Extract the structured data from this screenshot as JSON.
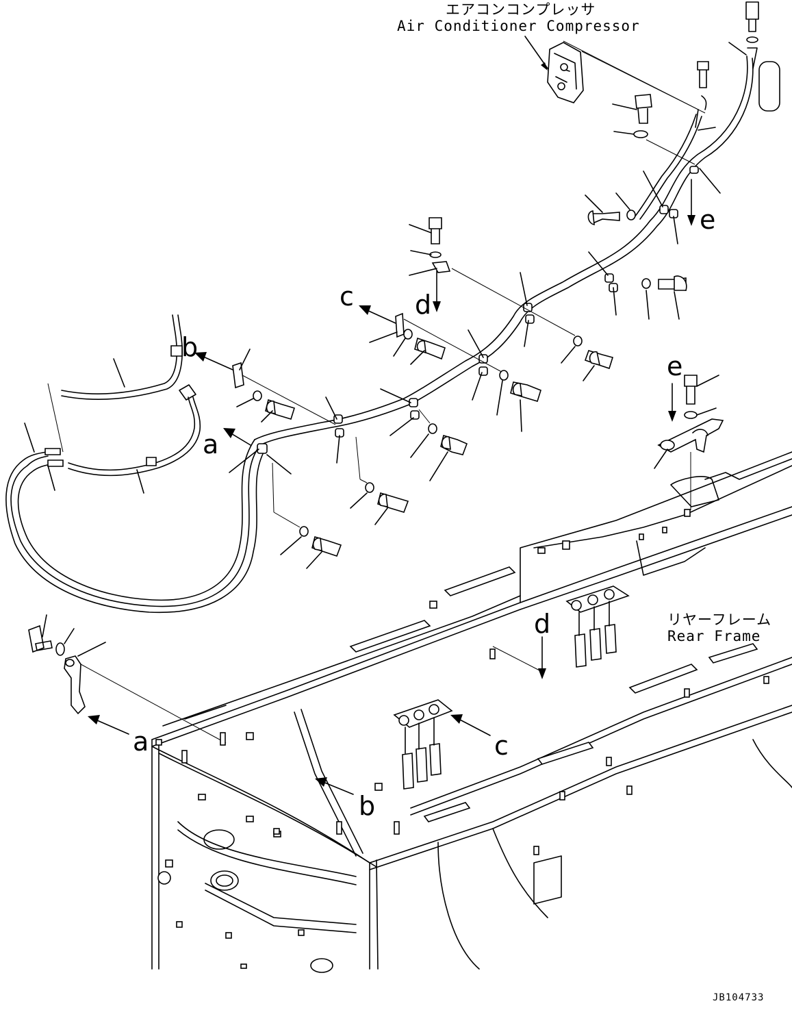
{
  "titles": {
    "compressor_jp": "エアコンコンプレッサ",
    "compressor_en": "Air Conditioner Compressor",
    "rear_frame_jp": "リヤーフレーム",
    "rear_frame_en": "Rear Frame"
  },
  "view_letters": {
    "a": "a",
    "b": "b",
    "c": "c",
    "d": "d",
    "e": "e"
  },
  "drawing_number": "JB104733",
  "colors": {
    "ink": "#000000",
    "paper": "#ffffff"
  }
}
